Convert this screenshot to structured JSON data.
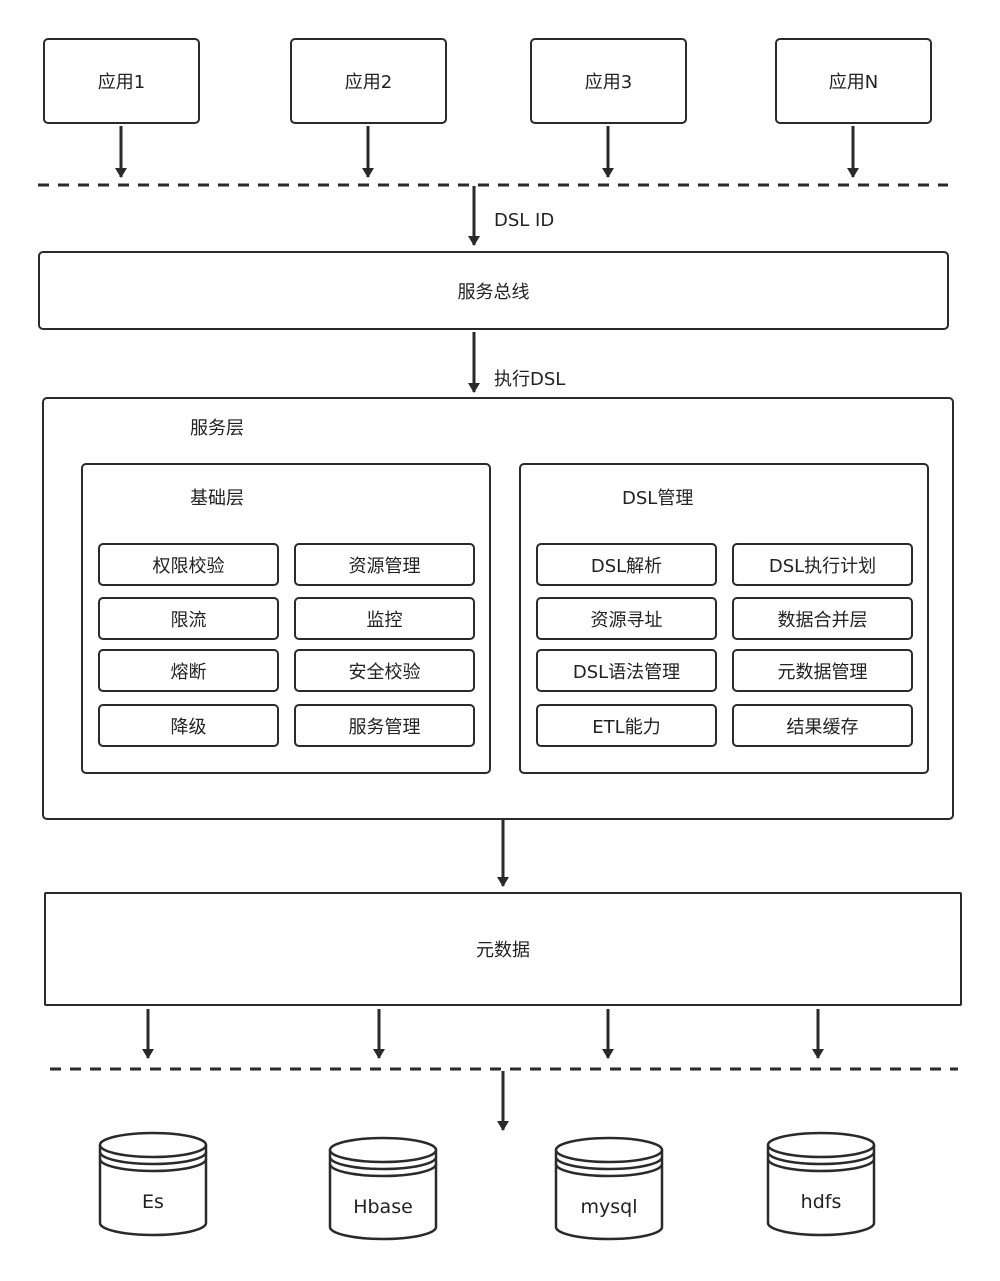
{
  "apps": [
    "应用1",
    "应用2",
    "应用3",
    "应用N"
  ],
  "edge_labels": {
    "dsl_id": "DSL ID",
    "exec_dsl": "执行DSL"
  },
  "service_bus": "服务总线",
  "service_layer": {
    "title": "服务层",
    "base_layer": {
      "title": "基础层",
      "items": [
        "权限校验",
        "资源管理",
        "限流",
        "监控",
        "熔断",
        "安全校验",
        "降级",
        "服务管理"
      ]
    },
    "dsl_management": {
      "title": "DSL管理",
      "items": [
        "DSL解析",
        "DSL执行计划",
        "资源寻址",
        "数据合并层",
        "DSL语法管理",
        "元数据管理",
        "ETL能力",
        "结果缓存"
      ]
    }
  },
  "metadata": "元数据",
  "datastores": [
    "Es",
    "Hbase",
    "mysql",
    "hdfs"
  ]
}
